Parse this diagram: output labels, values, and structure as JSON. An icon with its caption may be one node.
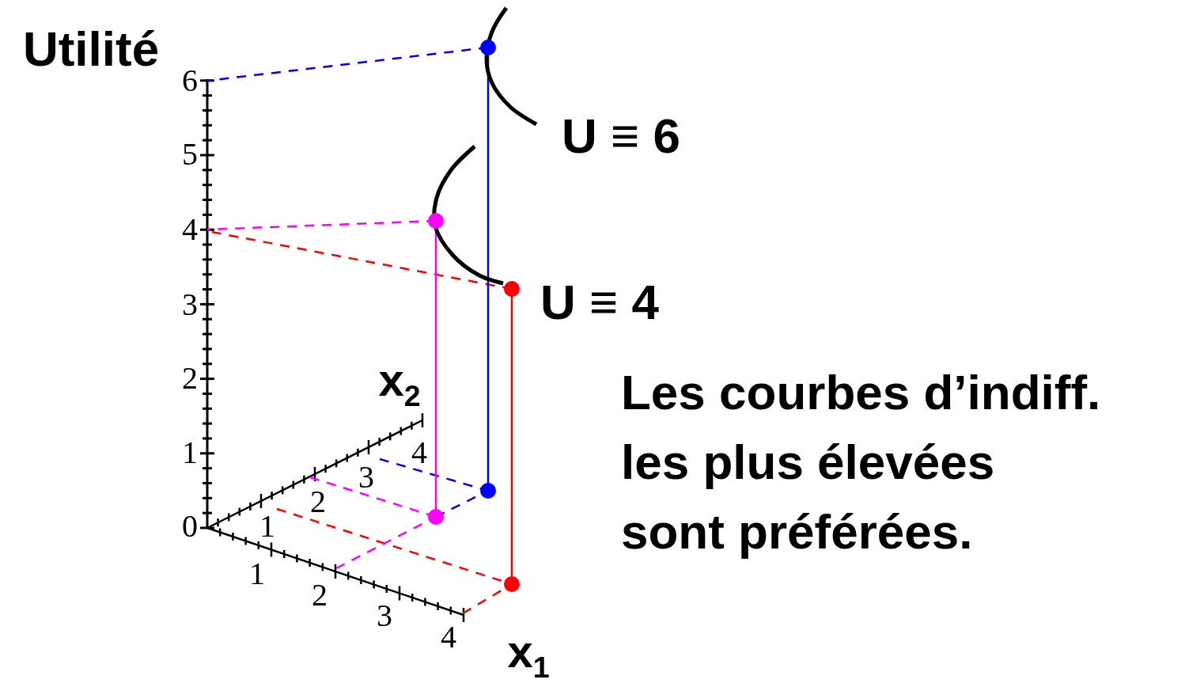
{
  "diagram": {
    "labels": [
      "Utilité",
      "6",
      "U ≡ 6",
      "5",
      "4",
      "3",
      "U ≡ 4",
      "2",
      "x$_{2}$",
      "Les courbes d’indiff. les plus élevées sont préférées.",
      "1",
      "4",
      "3",
      "2",
      "0",
      "1",
      "1",
      "2",
      "3",
      "4",
      "x$_{1}$"
    ]
  }
}
